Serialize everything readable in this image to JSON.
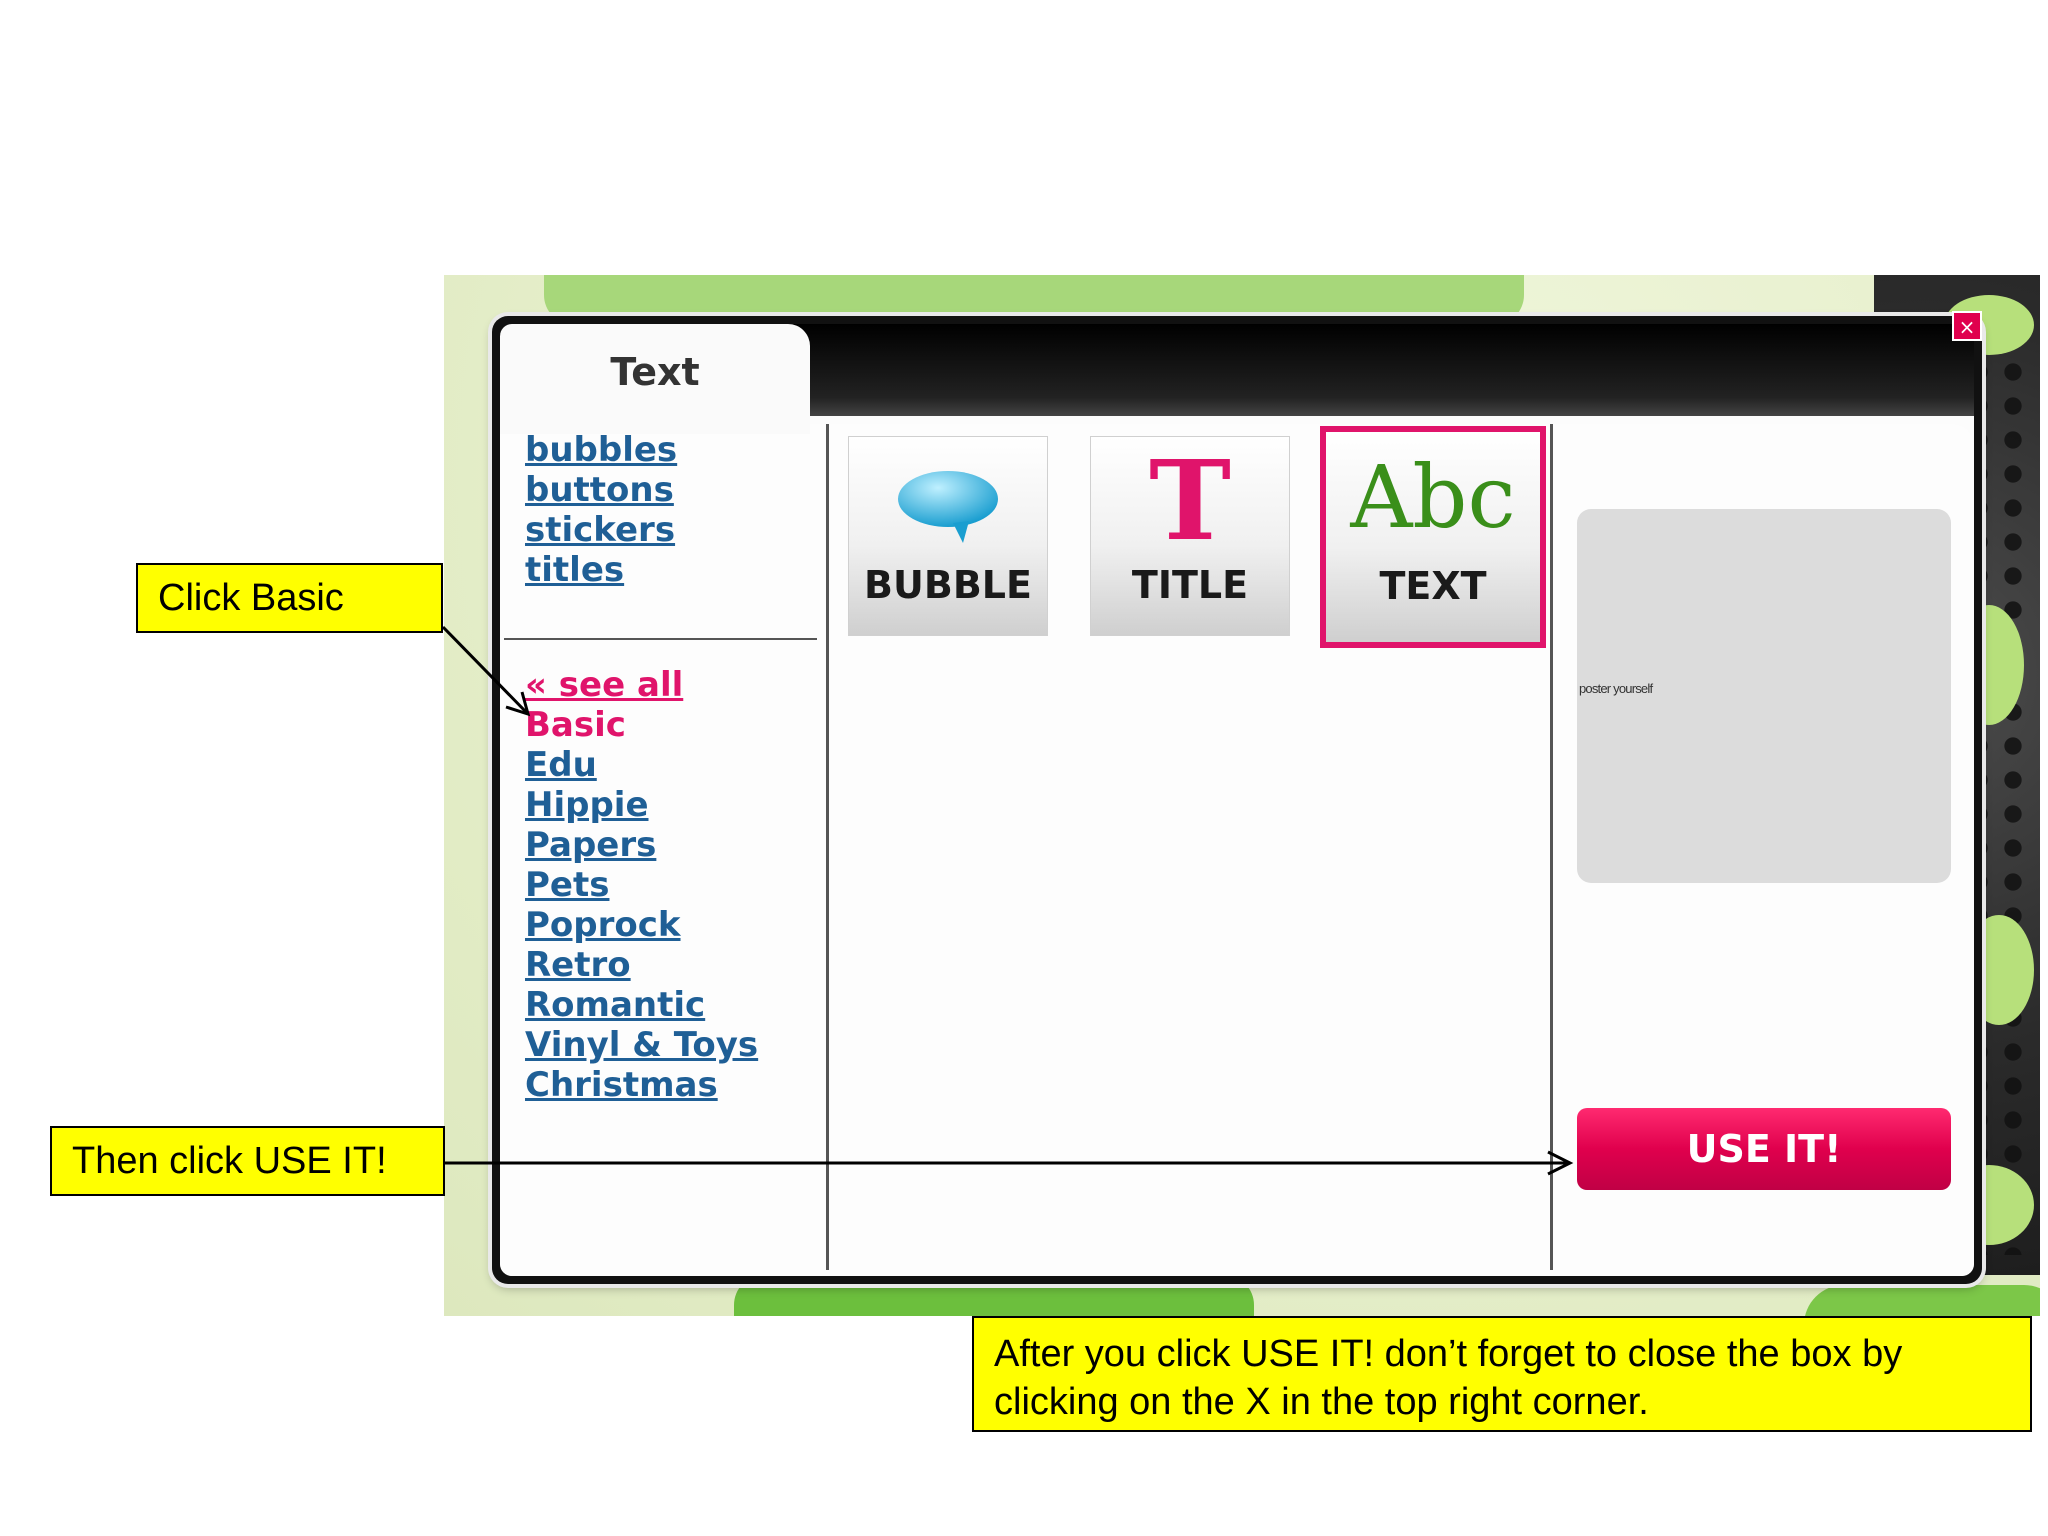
{
  "dialog": {
    "tab_title": "Text",
    "close_label": "×",
    "categories": [
      "bubbles",
      "buttons",
      "stickers",
      "titles"
    ],
    "see_all": "« see all",
    "styles": [
      "Basic",
      "Edu",
      "Hippie",
      "Papers",
      "Pets",
      "Poprock",
      "Retro",
      "Romantic",
      "Vinyl & Toys",
      "Christmas"
    ],
    "selected_style": "Basic",
    "types": [
      {
        "label": "BUBBLE",
        "icon": "speech-bubble-icon",
        "selected": false
      },
      {
        "label": "TITLE",
        "icon": "letter-t-icon",
        "selected": false
      },
      {
        "label": "TEXT",
        "icon": "abc-icon",
        "selected": true
      }
    ],
    "title_icon_glyph": "T",
    "text_icon_glyph": "Abc",
    "preview_text": "poster yourself",
    "use_button_label": "USE IT!"
  },
  "annotations": {
    "click_basic": "Click Basic",
    "click_use": "Then click USE IT!",
    "close_note": "After you click USE IT! don’t forget to close the box by clicking on the X in the top right corner."
  },
  "colors": {
    "accent_pink": "#e0146b",
    "link_blue": "#1f5f96",
    "callout_yellow": "#ffff00"
  }
}
